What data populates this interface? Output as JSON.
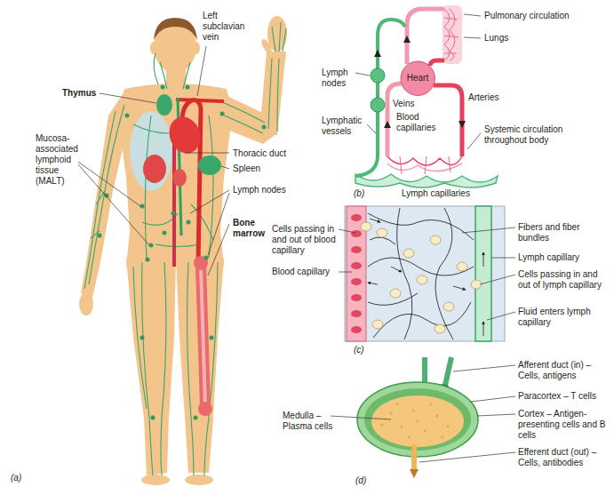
{
  "diagram": {
    "nodes": [
      {
        "text": [
          "Heart"
        ]
      }
    ],
    "labels": [
      "Left subclavian vein",
      "Thymus",
      "Mucosa-associated lymphoid tissue (MALT)",
      "Thoracic duct",
      "Spleen",
      "Lymph nodes",
      "Bone marrow",
      "(a)",
      "Pulmonary circulation",
      "Lungs",
      "Lymph nodes",
      "Veins",
      "Blood capillaries",
      "Arteries",
      "Lymphatic vessels",
      "Systemic circulation throughout body",
      "Lymph capillaries",
      "(b)",
      "Cells passing in and out of blood capillary",
      "Blood capillary",
      "Fibers and fiber bundles",
      "Lymph capillary",
      "Cells passing in and out of lymph capillary",
      "Fluid enters lymph capillary",
      "(c)",
      "Afferent duct (in) – Cells, antigens",
      "Medulla – Plasma cells",
      "Paracortex – T cells",
      "Cortex – Antigen-presenting cells and B cells",
      "Efferent duct (out) – Cells, antibodies",
      "(d)"
    ]
  }
}
